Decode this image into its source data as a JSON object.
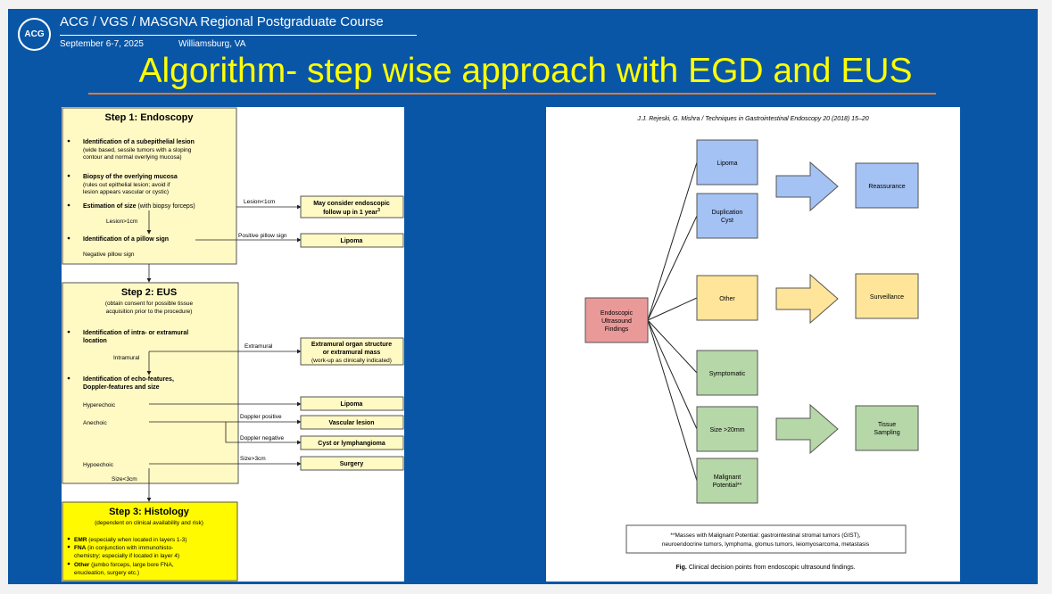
{
  "header": {
    "logo_text": "ACG",
    "course_title": "ACG / VGS / MASGNA Regional Postgraduate Course",
    "date": "September 6-7, 2025",
    "location": "Williamsburg, VA"
  },
  "slide_title": "Algorithm- step wise approach with EGD and EUS",
  "colors": {
    "slide_bg": "#0a56a6",
    "title_yellow": "#ffff00",
    "underline_orange": "#e8782a",
    "step_box": "#fff9c4",
    "node_blue": "#a4c2f4",
    "node_yellow": "#ffe599",
    "node_green": "#b6d7a8",
    "node_red": "#ea9999"
  },
  "left_flowchart": {
    "step1": {
      "title": "Step 1: Endoscopy",
      "b1_head": "Identification of a subepithelial lesion",
      "b1_l1": "(wide based, sessile tumors with a sloping",
      "b1_l2": "contour and normal overlying mucosa)",
      "b2_head": "Biopsy of the overlying mucosa",
      "b2_l1": "(rules out epithelial lesion; avoid if",
      "b2_l2": "lesion appears vascular or cystic)",
      "b3_head": "Estimation of size",
      "b3_rest": "(with biopsy forceps)",
      "lesion_gt": "Lesion>1cm",
      "b4_head": "Identification of a pillow sign",
      "neg_pillow": "Negative pillow sign"
    },
    "branch_lesion_lt": "Lesion<1cm",
    "box_follow_l1": "May consider endoscopic",
    "box_follow_l2": "follow up in 1 year",
    "box_follow_sup": "3",
    "branch_pos_pillow": "Positive pillow sign",
    "box_lipoma1": "Lipoma",
    "step2": {
      "title": "Step 2: EUS",
      "sub_l1": "(obtain consent for possible tissue",
      "sub_l2": "acquisition prior to the procedure)",
      "b1_l1": "Identification of intra- or extramural",
      "b1_l2": "location",
      "intramural": "Intramural",
      "b2_l1": "Identification of echo-features,",
      "b2_l2": "Doppler-features and size",
      "hyperechoic": "Hyperechoic",
      "anechoic": "Anechoic",
      "hypoechoic": "Hypoechoic",
      "size_lt": "Size<3cm"
    },
    "branch_extramural": "Extramural",
    "box_extra_l1": "Extramural organ structure",
    "box_extra_l2": "or extramural mass",
    "box_extra_l3": "(work-up as clinically indicated)",
    "box_lipoma2": "Lipoma",
    "branch_doppler_pos": "Doppler positive",
    "box_vascular": "Vascular lesion",
    "branch_doppler_neg": "Doppler negative",
    "box_cyst": "Cyst or lymphangioma",
    "branch_size_gt": "Size>3cm",
    "box_surgery": "Surgery",
    "step3": {
      "title": "Step 3: Histology",
      "sub_l1": "(dependent on clinical availability and risk)",
      "b1_head": "EMR",
      "b1_rest": "(especially when located in layers 1-3)",
      "b2_head": "FNA",
      "b2_rest": "(in conjunction with immunohisto-",
      "b2_l2": "chemistry; especially if located in layer 4)",
      "b3_head": "Other",
      "b3_rest": "(jumbo forceps, large bore FNA,",
      "b3_l2": "enucleation, surgery etc.)"
    }
  },
  "right_figure": {
    "citation": "J.J. Rejeski, G. Mishra / Techniques in Gastrointestinal Endoscopy 20 (2018) 15–20",
    "root_l1": "Endoscopic",
    "root_l2": "Ultrasound",
    "root_l3": "Findings",
    "lipoma": "Lipoma",
    "dup_l1": "Duplication",
    "dup_l2": "Cyst",
    "other": "Other",
    "symptomatic": "Symptomatic",
    "size": "Size >20mm",
    "mal_l1": "Malignant",
    "mal_l2": "Potential**",
    "reassurance": "Reassurance",
    "surveillance": "Surveillance",
    "tissue_l1": "Tissue",
    "tissue_l2": "Sampling",
    "footnote_l1": "**Masses with Malignant Potential: gastrointestinal stromal tumors (GIST),",
    "footnote_l2": "neuroendocrine tumors, lymphoma, glomus tumors, leiomyosarcoma, metastasis",
    "caption_label": "Fig.",
    "caption_text": "Clinical decision points from endoscopic ultrasound findings."
  }
}
